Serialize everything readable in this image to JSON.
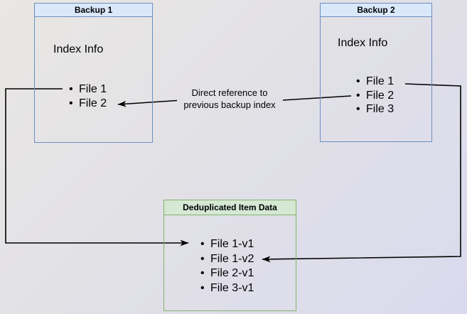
{
  "colors": {
    "blue_fill": "#dae8fc",
    "blue_border": "#6c8ebf",
    "green_fill": "#d5e8d4",
    "green_border": "#82b366",
    "arrow": "#000000"
  },
  "boxes": {
    "backup1": {
      "title": "Backup 1",
      "subtitle": "Index Info",
      "items": [
        "File 1",
        "File 2"
      ]
    },
    "backup2": {
      "title": "Backup 2",
      "subtitle": "Index Info",
      "items": [
        "File 1",
        "File 2",
        "File 3"
      ]
    },
    "dedup": {
      "title": "Deduplicated Item Data",
      "items": [
        "File 1-v1",
        "File 1-v2",
        "File 2-v1",
        "File 3-v1"
      ]
    }
  },
  "annotations": {
    "direct_reference": {
      "line1": "Direct reference to",
      "line2": "previous backup index"
    }
  }
}
